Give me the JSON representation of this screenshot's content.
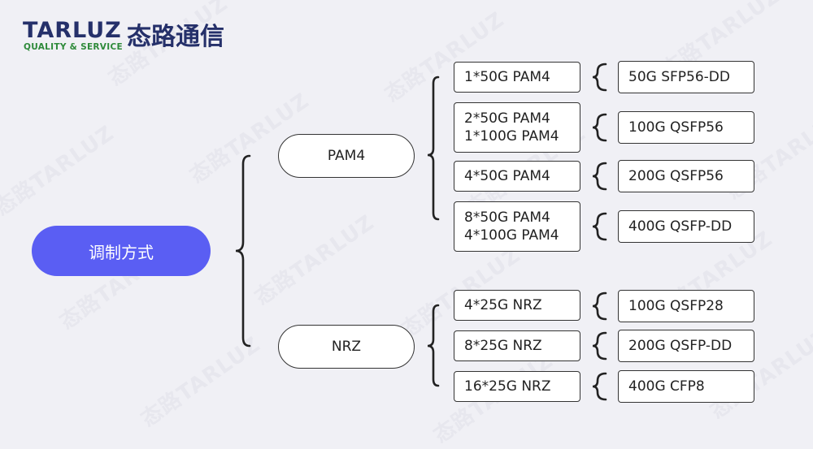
{
  "logo": {
    "brand": "TARLUZ",
    "brand_cn": "态路通信",
    "tagline": "QUALITY & SERVICE"
  },
  "watermark": "态路TARLUZ",
  "root": {
    "label": "调制方式"
  },
  "branches": [
    {
      "label": "PAM4",
      "items": [
        {
          "lines": [
            "1*50G PAM4"
          ],
          "result": "50G SFP56-DD"
        },
        {
          "lines": [
            "2*50G PAM4",
            "1*100G PAM4"
          ],
          "result": "100G QSFP56"
        },
        {
          "lines": [
            "4*50G PAM4"
          ],
          "result": "200G QSFP56"
        },
        {
          "lines": [
            "8*50G PAM4",
            "4*100G PAM4"
          ],
          "result": "400G QSFP-DD"
        }
      ]
    },
    {
      "label": "NRZ",
      "items": [
        {
          "lines": [
            "4*25G NRZ"
          ],
          "result": "100G QSFP28"
        },
        {
          "lines": [
            "8*25G NRZ"
          ],
          "result": "200G QSFP-DD"
        },
        {
          "lines": [
            "16*25G NRZ"
          ],
          "result": "400G CFP8"
        }
      ]
    }
  ]
}
